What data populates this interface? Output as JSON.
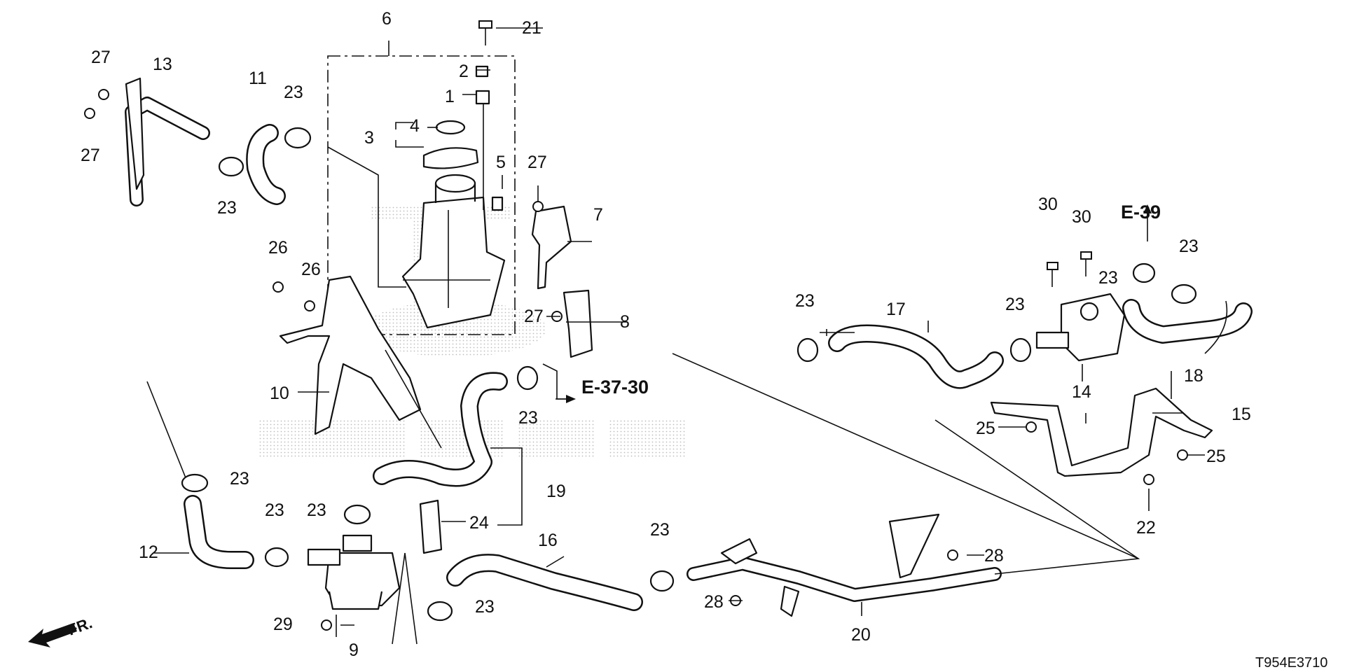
{
  "diagram": {
    "part_labels": {
      "p1": "1",
      "p2": "2",
      "p3": "3",
      "p4": "4",
      "p5": "5",
      "p6": "6",
      "p7": "7",
      "p8": "8",
      "p9": "9",
      "p10": "10",
      "p11": "11",
      "p12": "12",
      "p13": "13",
      "p14": "14",
      "p15": "15",
      "p16": "16",
      "p17": "17",
      "p18": "18",
      "p19": "19",
      "p20": "20",
      "p21": "21",
      "p22": "22",
      "p24": "24",
      "p23": "23",
      "p25": "25",
      "p26": "26",
      "p27": "27",
      "p28": "28",
      "p29": "29",
      "p30": "30"
    },
    "references": {
      "e39": "E-39",
      "e3730": "E-37-30"
    },
    "front_marker": "FR.",
    "diagram_code": "T954E3710"
  }
}
